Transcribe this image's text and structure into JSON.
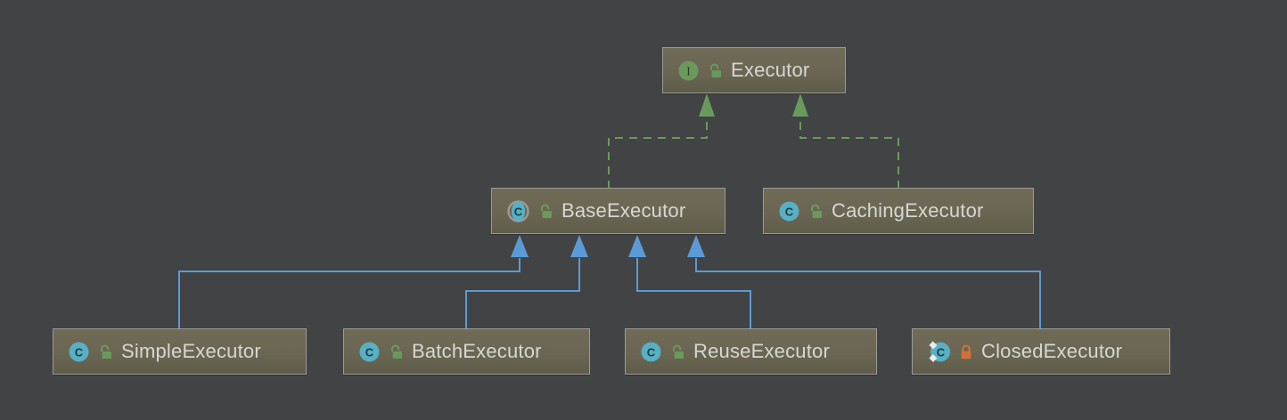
{
  "diagram": {
    "type": "uml-class-hierarchy",
    "background_color": "#414345",
    "node_fill_color": "#6a6653",
    "node_border_color": "#9b9b96",
    "node_text_color": "#d7d7d2",
    "realization_edge_color": "#6a9a5b",
    "inheritance_edge_color": "#5b9bd5",
    "interface_icon_color": "#6a9a5b",
    "class_icon_color": "#57b0c4",
    "abstract_ring_color": "#9b9b96",
    "lock_public_color": "#6a9a5b",
    "lock_private_color": "#d2703a"
  },
  "nodes": {
    "executor": {
      "label": "Executor",
      "kind_icon": "interface-icon",
      "lock_icon": "unlocked-icon"
    },
    "base_executor": {
      "label": "BaseExecutor",
      "kind_icon": "abstract-class-icon",
      "lock_icon": "unlocked-icon"
    },
    "caching_executor": {
      "label": "CachingExecutor",
      "kind_icon": "class-icon",
      "lock_icon": "unlocked-icon"
    },
    "simple_executor": {
      "label": "SimpleExecutor",
      "kind_icon": "class-icon",
      "lock_icon": "unlocked-icon"
    },
    "batch_executor": {
      "label": "BatchExecutor",
      "kind_icon": "class-icon",
      "lock_icon": "unlocked-icon"
    },
    "reuse_executor": {
      "label": "ReuseExecutor",
      "kind_icon": "class-icon",
      "lock_icon": "unlocked-icon"
    },
    "closed_executor": {
      "label": "ClosedExecutor",
      "kind_icon": "nested-class-icon",
      "lock_icon": "locked-icon"
    }
  },
  "edges": [
    {
      "name": "base-executor-realizes-executor",
      "from": "base_executor",
      "to": "executor",
      "style": "dashed",
      "color": "#6a9a5b"
    },
    {
      "name": "caching-executor-realizes-executor",
      "from": "caching_executor",
      "to": "executor",
      "style": "dashed",
      "color": "#6a9a5b"
    },
    {
      "name": "simple-executor-extends-base",
      "from": "simple_executor",
      "to": "base_executor",
      "style": "solid",
      "color": "#5b9bd5"
    },
    {
      "name": "batch-executor-extends-base",
      "from": "batch_executor",
      "to": "base_executor",
      "style": "solid",
      "color": "#5b9bd5"
    },
    {
      "name": "reuse-executor-extends-base",
      "from": "reuse_executor",
      "to": "base_executor",
      "style": "solid",
      "color": "#5b9bd5"
    },
    {
      "name": "closed-executor-extends-base",
      "from": "closed_executor",
      "to": "base_executor",
      "style": "solid",
      "color": "#5b9bd5"
    }
  ]
}
